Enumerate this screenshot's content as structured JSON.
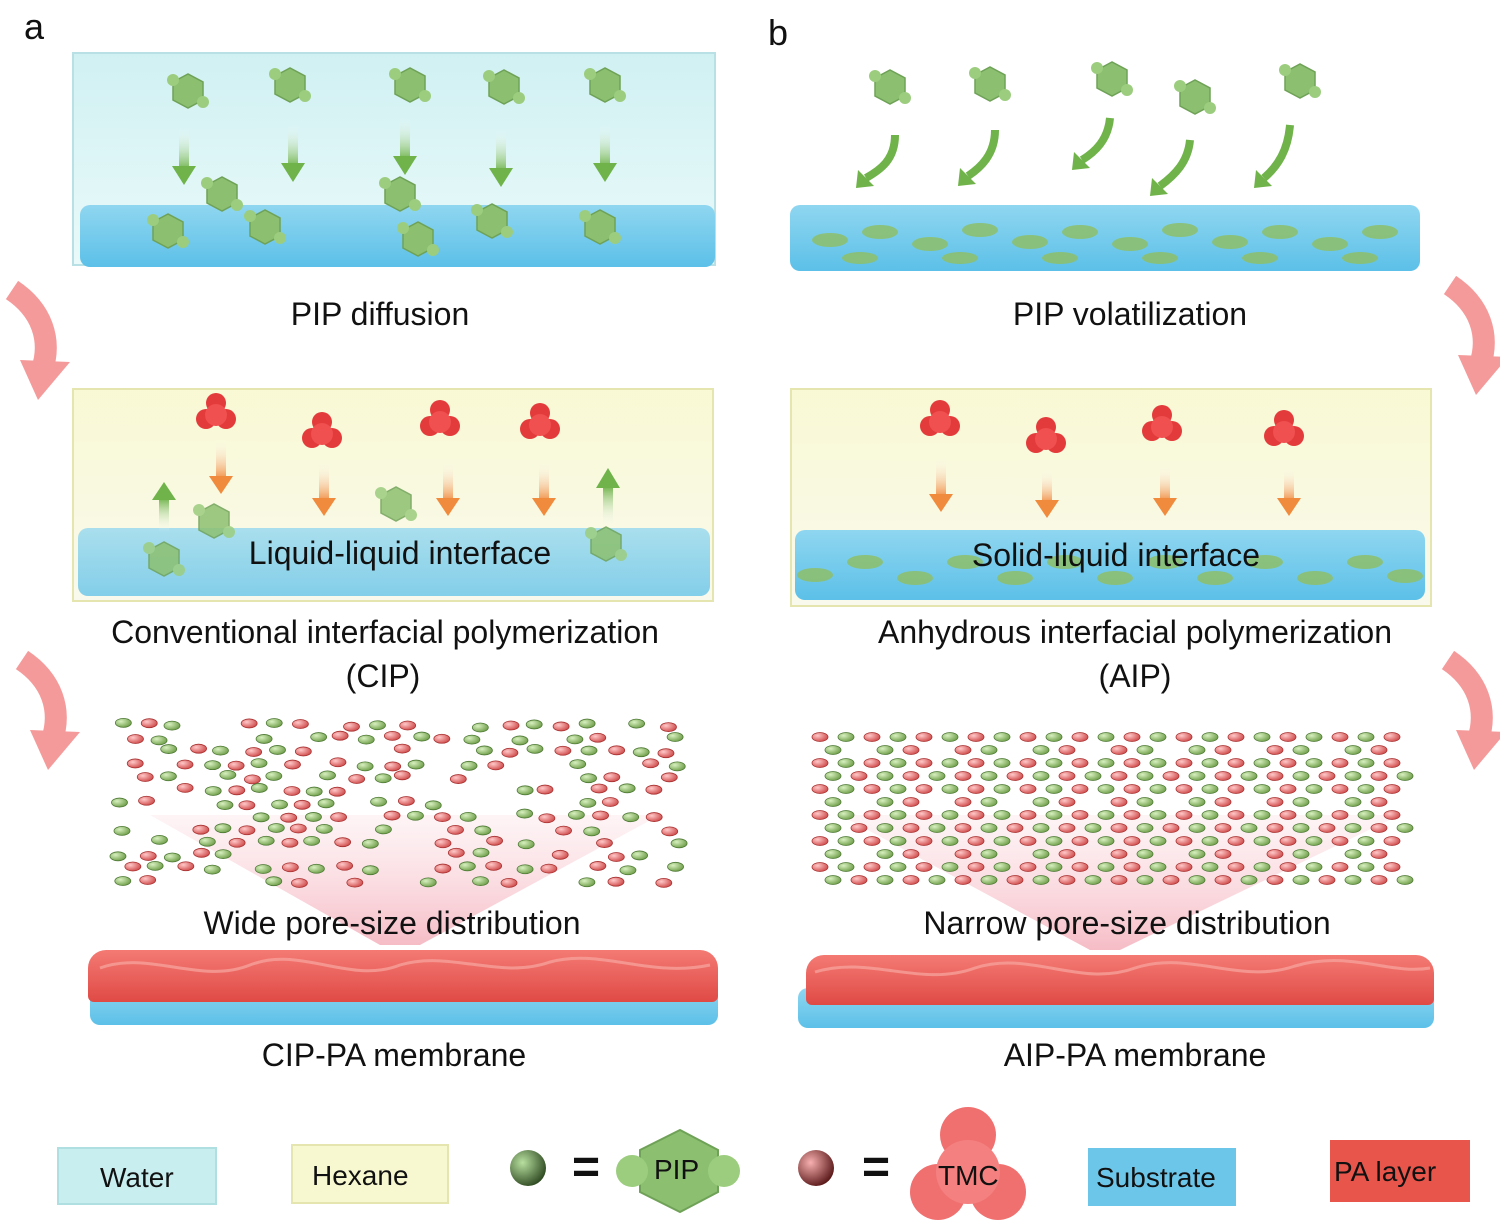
{
  "panels": {
    "a": {
      "letter": "a",
      "step1_caption": "PIP diffusion",
      "interface_label": "Liquid-liquid interface",
      "method_line1": "Conventional interfacial polymerization",
      "method_line2": "(CIP)",
      "distribution_label": "Wide pore-size distribution",
      "membrane_caption": "CIP-PA membrane"
    },
    "b": {
      "letter": "b",
      "step1_caption": "PIP volatilization",
      "interface_label": "Solid-liquid interface",
      "method_line1": "Anhydrous interfacial polymerization",
      "method_line2": "(AIP)",
      "distribution_label": "Narrow pore-size distribution",
      "membrane_caption": "AIP-PA membrane"
    }
  },
  "legend": {
    "water": "Water",
    "hexane": "Hexane",
    "equals": "=",
    "pip": "PIP",
    "tmc": "TMC",
    "substrate": "Substrate",
    "pa_layer": "PA layer"
  },
  "colors": {
    "pip_green": "#8cc070",
    "tmc_red": "#e33b3b",
    "flow_arrow": "#f59a9a",
    "substrate_blue": "#5cc0e8",
    "pa_red": "#e04a45",
    "water_cyan": "#c8eef0",
    "hexane_yellow": "#f8f8d0"
  }
}
